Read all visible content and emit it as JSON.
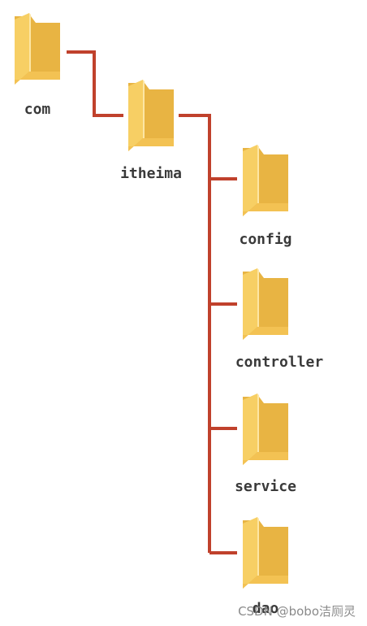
{
  "tree": {
    "root": {
      "label": "com",
      "icon": "folder-icon"
    },
    "child": {
      "label": "itheima",
      "icon": "folder-icon"
    },
    "leaves": [
      {
        "label": "config",
        "icon": "folder-icon"
      },
      {
        "label": "controller",
        "icon": "folder-icon"
      },
      {
        "label": "service",
        "icon": "folder-icon"
      },
      {
        "label": "dao",
        "icon": "folder-icon"
      }
    ]
  },
  "watermark": "CSDN @bobo洁厕灵",
  "colors": {
    "connector": "#c0412c",
    "folder_front": "#f7cf64",
    "folder_back": "#e8b443",
    "folder_edge": "#fde6a4"
  }
}
